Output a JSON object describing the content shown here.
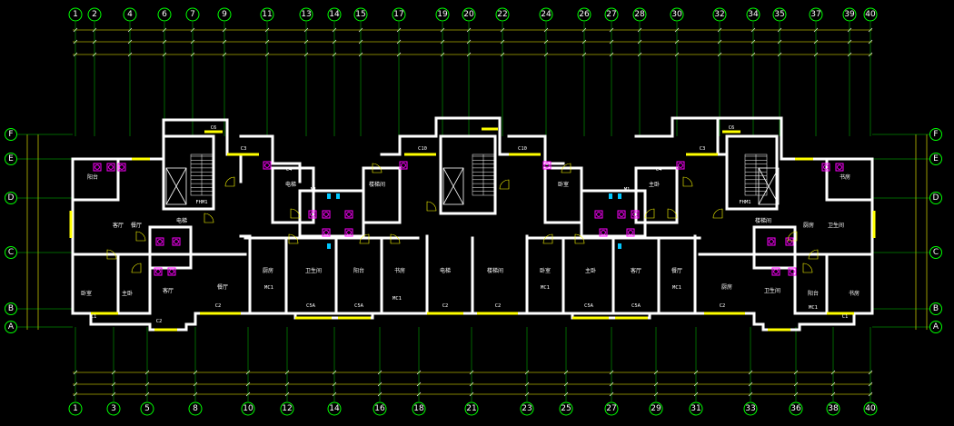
{
  "grid_top": [
    "1",
    "2",
    "4",
    "6",
    "7",
    "9",
    "11",
    "13",
    "14",
    "15",
    "17",
    "19",
    "20",
    "22",
    "24",
    "26",
    "27",
    "28",
    "30",
    "32",
    "34",
    "35",
    "37",
    "39",
    "40"
  ],
  "grid_bottom": [
    "1",
    "3",
    "5",
    "8",
    "10",
    "12",
    "14",
    "16",
    "18",
    "21",
    "23",
    "25",
    "27",
    "29",
    "31",
    "33",
    "36",
    "38",
    "40"
  ],
  "axis_letters": [
    "F",
    "E",
    "D",
    "C",
    "B",
    "A"
  ],
  "room_labels": [
    "卧室",
    "主卧",
    "客厅",
    "餐厅",
    "厨房",
    "卫生间",
    "阳台",
    "书房",
    "电梯",
    "楼梯间"
  ],
  "tags": [
    "C5A",
    "C5A",
    "C5A",
    "C5A",
    "C2",
    "C2",
    "C2",
    "C2",
    "C2",
    "C1",
    "C1",
    "C3",
    "C3",
    "C4",
    "C4",
    "C6",
    "C6",
    "C10",
    "C10",
    "MC1",
    "MC1",
    "MC1",
    "MC1",
    "MC1",
    "M1",
    "M1",
    "FHM1",
    "FHM1"
  ],
  "colors": {
    "background": "#000000",
    "wall": "#ffffff",
    "grid": "#00ff00",
    "dimension": "#ffff00",
    "window": "#ffff00",
    "fixture": "#ff00ff",
    "door": "#ffff00",
    "marker": "#00c8ff"
  },
  "icons": [
    "grid-bubble-icon",
    "door-swing-icon",
    "sanitary-fixture-icon",
    "stair-icon",
    "elevator-icon"
  ]
}
